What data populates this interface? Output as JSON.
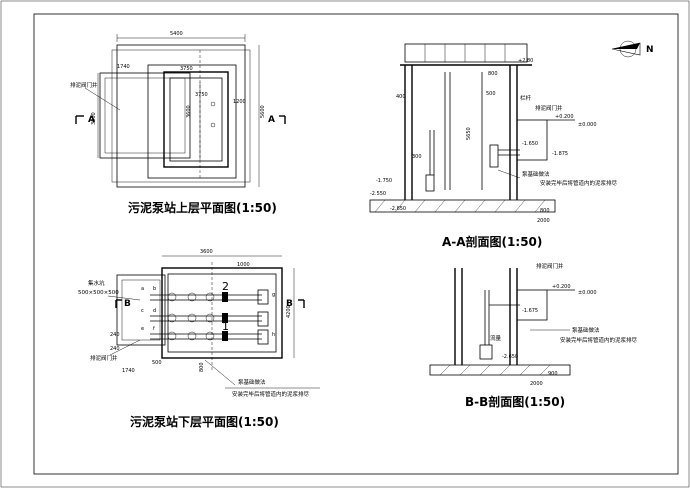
{
  "titles": {
    "upper_plan": "污泥泵站上层平面图(1:50)",
    "lower_plan": "污泥泵站下层平面图(1:50)",
    "section_aa": "A-A剖面图(1:50)",
    "section_bb": "B-B剖面图(1:50)"
  },
  "upper_plan": {
    "dim_top": "5400",
    "dim_left": "1740",
    "dim_inner": "3750",
    "dim_inner2": "3750",
    "dim_height": "3600",
    "dim_right": "5600",
    "dim_small": "1200",
    "dim_left_v": "3600",
    "label_valve_well": "排泥阀门井",
    "section_a_left": "A",
    "section_a_right": "A"
  },
  "lower_plan": {
    "sump_label": "集水坑",
    "sump_size": "500×500×500",
    "valve_well": "排泥阀门井",
    "section_b_left": "B",
    "section_b_right": "B",
    "pump1": "1",
    "pump2": "2",
    "dim_top": "3600",
    "dim_top2": "1000",
    "dim_right": "4200",
    "dim_left1": "240",
    "dim_left2": "240",
    "dim_bottom": "1740",
    "dim_bottom2": "500",
    "dim_v": "800",
    "note1": "泵基础做法",
    "note2": "安装完毕后将管道内的泥浆排尽",
    "letters": [
      "a",
      "b",
      "c",
      "d",
      "e",
      "f",
      "g",
      "h"
    ]
  },
  "section_aa": {
    "elev_top": "+2.80",
    "elev_a": "±0.000",
    "elev_b": "+0.200",
    "elev_c": "-1.650",
    "elev_d": "-1.875",
    "elev_e": "-1.750",
    "elev_f": "-2.550",
    "elev_g": "-2.850",
    "dim_400": "400",
    "dim_800": "800",
    "dim_500": "500",
    "dim_5650": "5650",
    "dim_300": "300",
    "dim_2000": "2000",
    "dim_800b": "800",
    "label_railing": "栏杆",
    "label_valve": "排泥阀门井",
    "note1": "泵基础做法",
    "note2": "安装完毕后将管道内的泥浆排尽"
  },
  "section_bb": {
    "label_valve": "排泥阀门井",
    "elev_a": "±0.000",
    "elev_b": "+0.200",
    "elev_c": "-1.675",
    "elev_d": "-2.650",
    "dim_2000": "2000",
    "dim_900": "900",
    "label_water": "流量",
    "note1": "泵基础做法",
    "note2": "安装完毕后将管道内的泥浆排尽"
  },
  "compass": {
    "label": "N"
  }
}
